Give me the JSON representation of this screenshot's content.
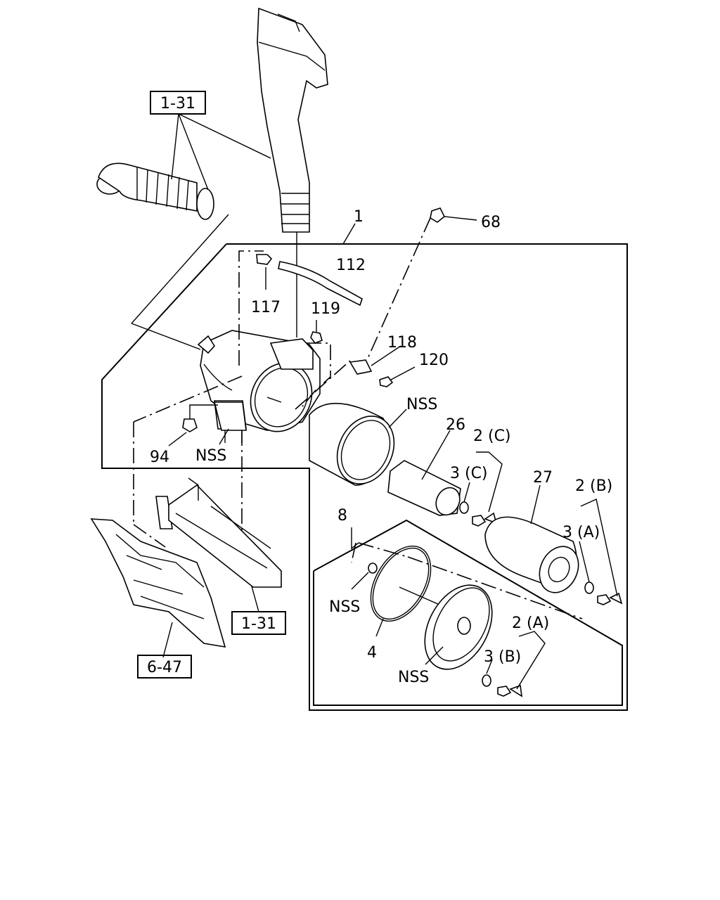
{
  "callouts": {
    "ref_1_31_top": "1-31",
    "ref_1_31_bottom": "1-31",
    "ref_6_47": "6-47",
    "p1": "1",
    "p68": "68",
    "p112": "112",
    "p117": "117",
    "p119": "119",
    "p118": "118",
    "p120": "120",
    "nss_element": "NSS",
    "p26": "26",
    "p2c": "2 (C)",
    "p3c": "3 (C)",
    "p27": "27",
    "p2b": "2 (B)",
    "p3a": "3 (A)",
    "p94": "94",
    "nss_bracket": "NSS",
    "p8": "8",
    "nss_gasket": "NSS",
    "p4": "4",
    "nss_cover": "NSS",
    "p2a": "2 (A)",
    "p3b": "3 (B)"
  }
}
